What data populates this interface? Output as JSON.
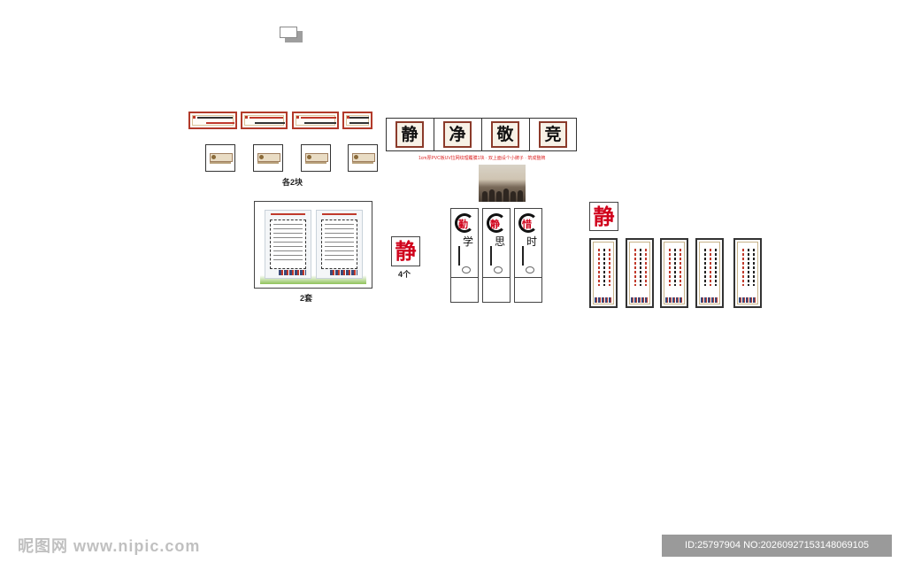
{
  "main_characters": [
    "静",
    "净",
    "敬",
    "竞"
  ],
  "pillar_top_chars": [
    "勤",
    "静",
    "惜"
  ],
  "pillar_bottom_chars": [
    "学",
    "思",
    "时"
  ],
  "red_sign_char": "静",
  "captions": {
    "each_two": "各2块",
    "four_pieces": "4个",
    "two_sets": "2套"
  },
  "red_note": "1cm厚PVC板UV拉网纹理覆膜1块 · 双上面设个小牌子 · 筑成整牌",
  "watermark": {
    "site": "昵图网 www.nipic.com",
    "id_text": "ID:25797904 NO:20260927153148069105"
  }
}
